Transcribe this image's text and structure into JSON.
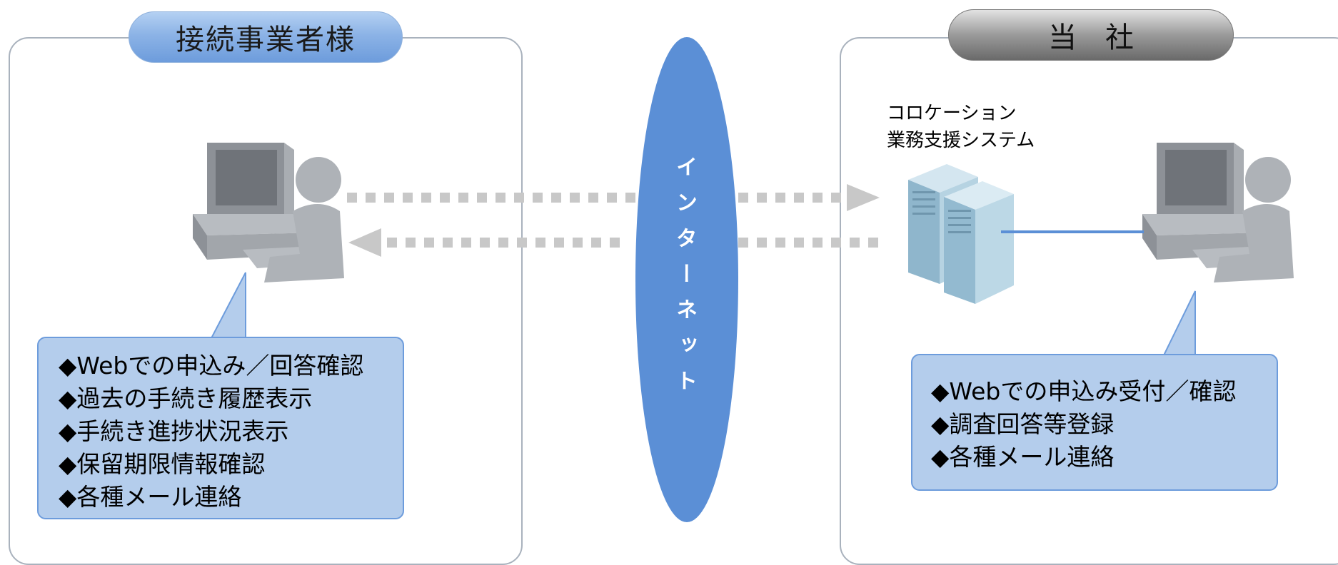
{
  "left": {
    "title": "接続事業者様",
    "items": [
      "◆Webでの申込み／回答確認",
      "◆過去の手続き履歴表示",
      "◆手続き進捗状況表示",
      "◆保留期限情報確認",
      "◆各種メール連絡"
    ]
  },
  "right": {
    "title": "当社",
    "server_label_line1": "コロケーション",
    "server_label_line2": "業務支援システム",
    "items": [
      "◆Webでの申込み受付／確認",
      "◆調査回答等登録",
      "◆各種メール連絡"
    ]
  },
  "internet": {
    "label": "インターネット"
  },
  "colors": {
    "accent_blue": "#5b8fd6",
    "callout_fill": "#b4cdec",
    "arrow_gray": "#c8c8c8",
    "panel_border": "#a9b2bd"
  }
}
